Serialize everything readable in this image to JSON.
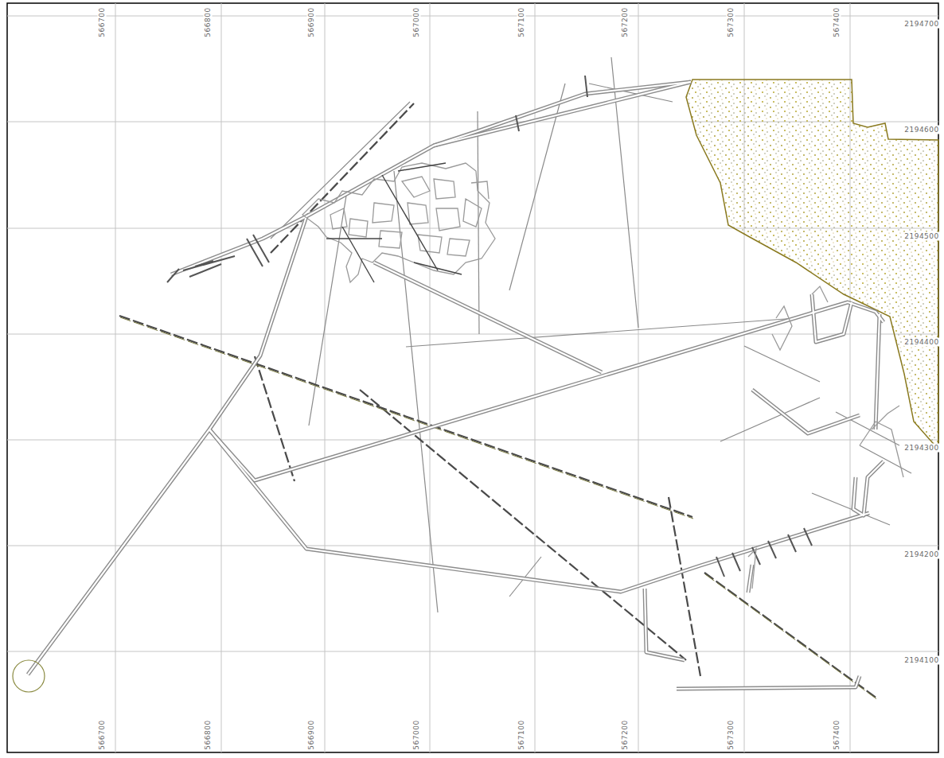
{
  "diagram": {
    "labels": [
      "566700",
      "566800",
      "566900",
      "567000",
      "567100",
      "567200",
      "567300",
      "567400",
      "566700",
      "566800",
      "566900",
      "567000",
      "567100",
      "567200",
      "567300",
      "567400",
      "2194700",
      "2194600",
      "2194500",
      "2194400",
      "2194300",
      "2194200",
      "2194100"
    ]
  }
}
